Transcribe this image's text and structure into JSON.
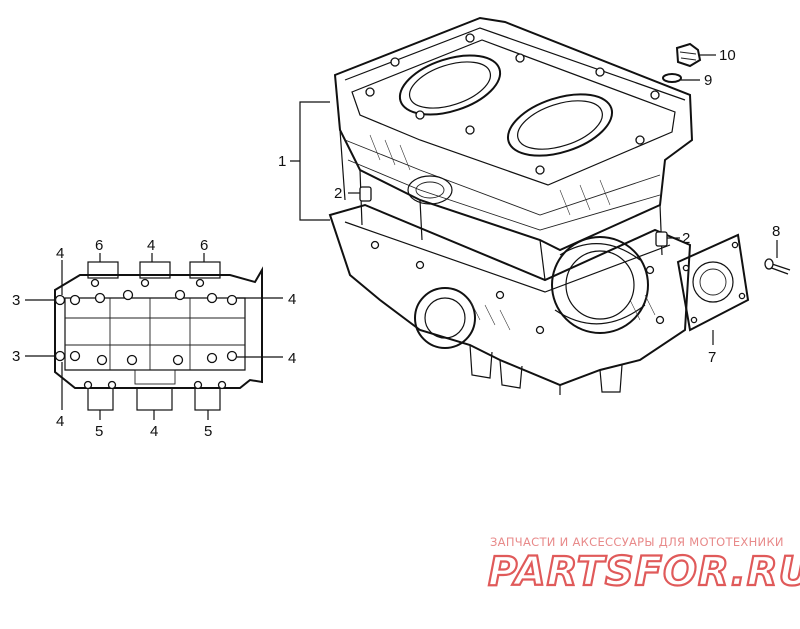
{
  "callouts": {
    "c1": "1",
    "c2a": "2",
    "c2b": "2",
    "c7": "7",
    "c8": "8",
    "c9": "9",
    "c10": "10",
    "b_top_6a": "6",
    "b_top_4": "4",
    "b_top_6b": "6",
    "b_left_4a": "4",
    "b_left_3a": "3",
    "b_left_3b": "3",
    "b_left_4b": "4",
    "b_right_4a": "4",
    "b_right_4b": "4",
    "b_bot_5a": "5",
    "b_bot_4": "4",
    "b_bot_5b": "5"
  },
  "watermark": {
    "caption": "ЗАПЧАСТИ И АКСЕССУАРЫ ДЛЯ МОТОТЕХНИКИ",
    "logo": "PARTSFOR.RU",
    "color": "#e05a5a"
  }
}
